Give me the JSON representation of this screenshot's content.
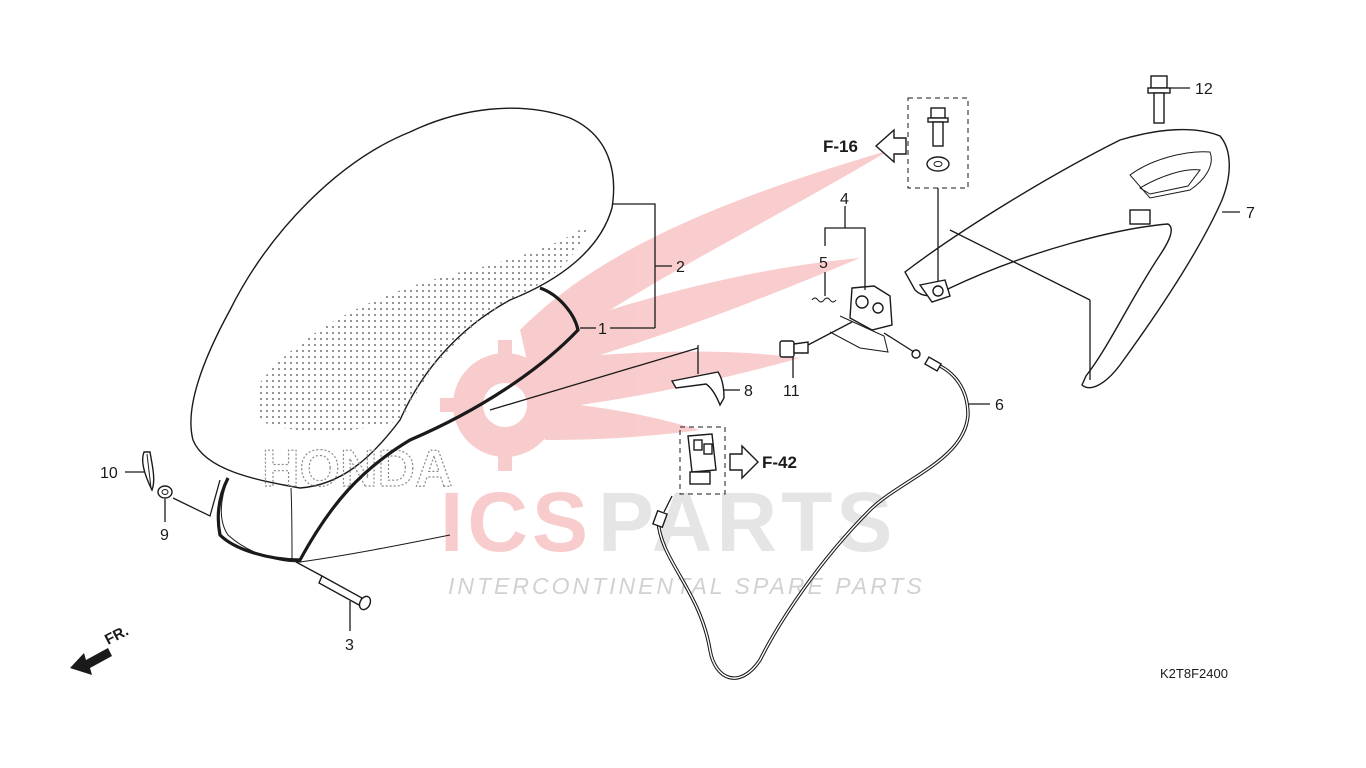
{
  "diagram_code": "K2T8F2400",
  "watermark": {
    "brand_part1": "ICS",
    "brand_part2": "PARTS",
    "tagline": "INTERCONTINENTAL SPARE PARTS",
    "emblem_text": "HONDA",
    "colors": {
      "red": "#e31b1b",
      "grey": "#9a9a9a"
    }
  },
  "direction": {
    "label": "FR."
  },
  "references": [
    {
      "label": "F-16"
    },
    {
      "label": "F-42"
    }
  ],
  "callouts": [
    {
      "number": "1",
      "part": "seat-base-seal"
    },
    {
      "number": "2",
      "part": "seat-assembly"
    },
    {
      "number": "3",
      "part": "seat-hinge-pin"
    },
    {
      "number": "4",
      "part": "seat-lock-assembly"
    },
    {
      "number": "5",
      "part": "lock-spring"
    },
    {
      "number": "6",
      "part": "seat-lock-cable"
    },
    {
      "number": "7",
      "part": "grab-rail"
    },
    {
      "number": "8",
      "part": "seat-stopper"
    },
    {
      "number": "9",
      "part": "washer"
    },
    {
      "number": "10",
      "part": "cotter-pin"
    },
    {
      "number": "11",
      "part": "flange-bolt"
    },
    {
      "number": "12",
      "part": "grab-rail-bolt"
    }
  ]
}
